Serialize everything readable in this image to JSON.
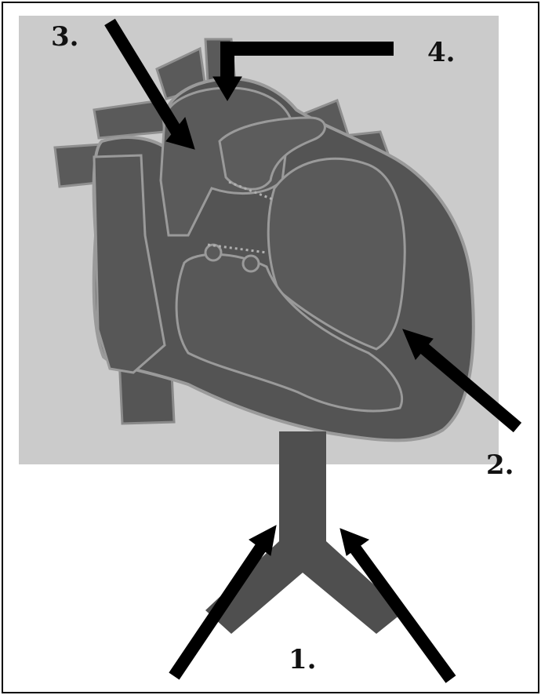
{
  "labels": {
    "one": "1.",
    "two": "2.",
    "three": "3.",
    "four": "4."
  },
  "colors": {
    "background_panel": "#cbcbcb",
    "heart_tissue": "#545454",
    "heart_outline": "#9a9a9a",
    "arrow": "#000000",
    "border": "#000000"
  }
}
